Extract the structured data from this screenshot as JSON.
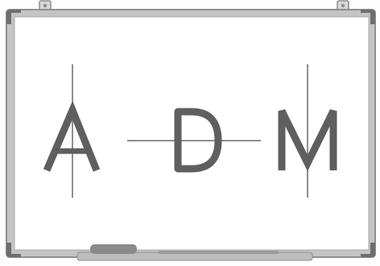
{
  "scene": {
    "description_object": "whiteboard",
    "letters": [
      {
        "char": "A",
        "line": "vertical"
      },
      {
        "char": "D",
        "line": "horizontal"
      },
      {
        "char": "M",
        "line": "vertical"
      }
    ]
  },
  "colors": {
    "background": "#fdfdfd",
    "board": "#ffffff",
    "frame": "#c4c4c4",
    "frame_dark": "#8f8f8f",
    "corner": "#6e6e6e",
    "letter": "#5f5f5f",
    "line": "#6a6a6a",
    "tray": "#bdbdbd",
    "eraser": "#8a8a8a"
  }
}
